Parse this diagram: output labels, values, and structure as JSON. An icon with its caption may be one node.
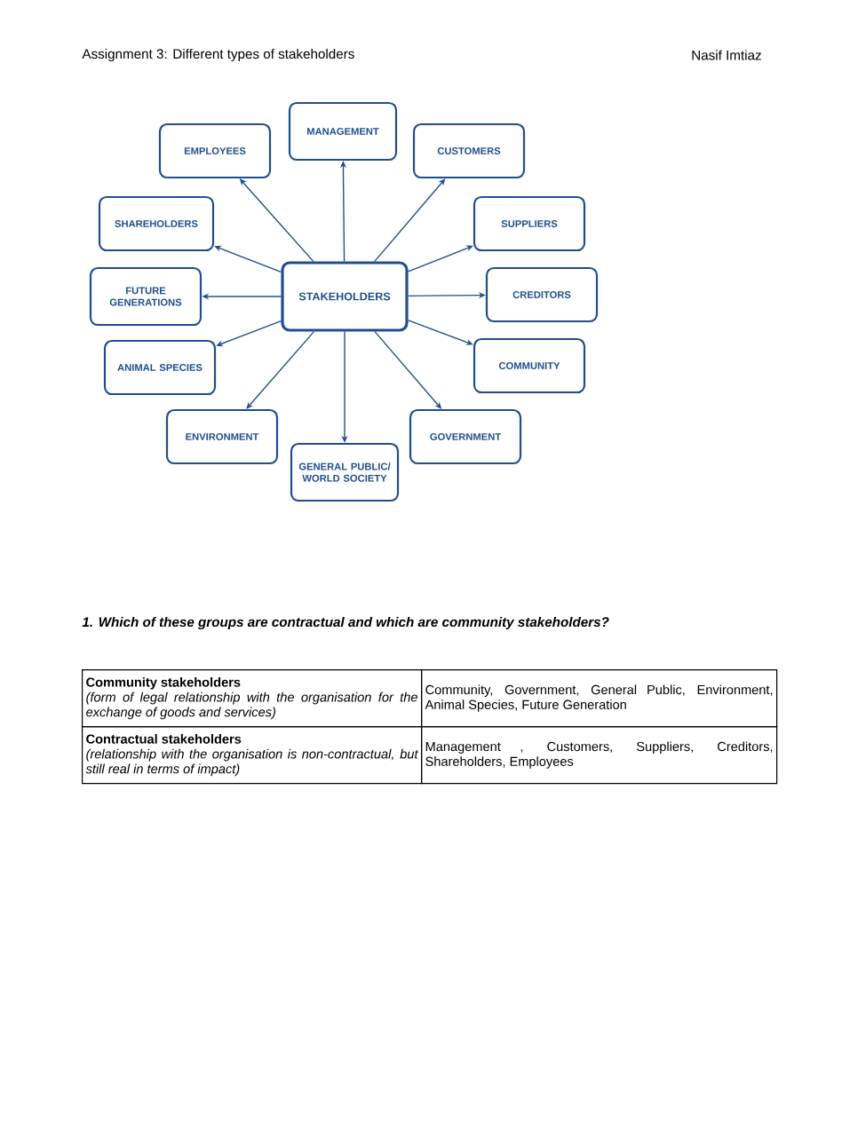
{
  "diagram": {
    "nodes": [
      {
        "text": [
          "STAKEHOLDERS"
        ]
      },
      {
        "text": [
          "MANAGEMENT"
        ]
      },
      {
        "text": [
          "EMPLOYEES"
        ]
      },
      {
        "text": [
          "CUSTOMERS"
        ]
      },
      {
        "text": [
          "SHAREHOLDERS"
        ]
      },
      {
        "text": [
          "SUPPLIERS"
        ]
      },
      {
        "text": [
          "FUTURE GENERATIONS"
        ]
      },
      {
        "text": [
          "CREDITORS"
        ]
      },
      {
        "text": [
          "ANIMAL SPECIES"
        ]
      },
      {
        "text": [
          "COMMUNITY"
        ]
      },
      {
        "text": [
          "ENVIRONMENT"
        ]
      },
      {
        "text": [
          "GOVERNMENT"
        ]
      },
      {
        "text": [
          "GENERAL PUBLIC/ WORLD SOCIETY"
        ]
      }
    ],
    "edges": [
      {
        "from": 0,
        "to": 1,
        "arrow": "to"
      },
      {
        "from": 0,
        "to": 2,
        "arrow": "to"
      },
      {
        "from": 0,
        "to": 3,
        "arrow": "to"
      },
      {
        "from": 0,
        "to": 4,
        "arrow": "to"
      },
      {
        "from": 0,
        "to": 5,
        "arrow": "to"
      },
      {
        "from": 0,
        "to": 6,
        "arrow": "to"
      },
      {
        "from": 0,
        "to": 7,
        "arrow": "to"
      },
      {
        "from": 0,
        "to": 8,
        "arrow": "to"
      },
      {
        "from": 0,
        "to": 9,
        "arrow": "to"
      },
      {
        "from": 0,
        "to": 10,
        "arrow": "to"
      },
      {
        "from": 0,
        "to": 11,
        "arrow": "to"
      },
      {
        "from": 0,
        "to": 12,
        "arrow": "to"
      }
    ],
    "labels": [
      "Assignment 3: Different types of stakeholders",
      "Nasif Imtiaz",
      "1. Which of these groups are contractual and which are community stakeholders?",
      "Community stakeholders",
      "(form of legal relationship with the organisation for the exchange of goods and services)",
      "Community, Government, General Public, Environment, Animal Species, Future Generation",
      "Contractual stakeholders",
      "(relationship with the organisation is non-contractual, but still real in terms of impact)",
      "Management , Customers, Suppliers, Creditors, Shareholders, Employees"
    ]
  }
}
